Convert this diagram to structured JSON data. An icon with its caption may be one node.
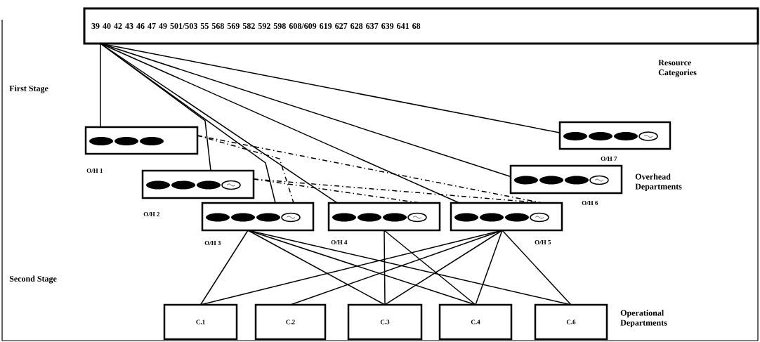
{
  "diagram": {
    "nodes": [
      {
        "text": [
          "39 40 42 43 46 47 49 501/503 55 568 569 582 592 598 608/609 619 627 628 637 639 641 68"
        ]
      },
      {
        "text": [
          "O/H 1"
        ]
      },
      {
        "text": [
          "O/H 2"
        ]
      },
      {
        "text": [
          "O/H 3"
        ]
      },
      {
        "text": [
          "O/H 4"
        ]
      },
      {
        "text": [
          "O/H 5"
        ]
      },
      {
        "text": [
          "O/H 6"
        ]
      },
      {
        "text": [
          "O/H 7"
        ]
      },
      {
        "text": [
          "C.1"
        ]
      },
      {
        "text": [
          "C.2"
        ]
      },
      {
        "text": [
          "C.3"
        ]
      },
      {
        "text": [
          "C.4"
        ]
      },
      {
        "text": [
          "C.6"
        ]
      }
    ],
    "edges": [
      {
        "from": 0,
        "to": 1,
        "arrow": "none"
      },
      {
        "from": 0,
        "to": 2,
        "arrow": "none"
      },
      {
        "from": 0,
        "to": 3,
        "arrow": "none"
      },
      {
        "from": 0,
        "to": 4,
        "arrow": "none"
      },
      {
        "from": 0,
        "to": 5,
        "arrow": "none"
      },
      {
        "from": 0,
        "to": 6,
        "arrow": "none"
      },
      {
        "from": 0,
        "to": 7,
        "arrow": "none"
      },
      {
        "from": 1,
        "to": 3,
        "arrow": "none",
        "style": "dashed"
      },
      {
        "from": 1,
        "to": 5,
        "arrow": "none",
        "style": "dashed"
      },
      {
        "from": 2,
        "to": 4,
        "arrow": "none",
        "style": "dashed"
      },
      {
        "from": 2,
        "to": 5,
        "arrow": "none",
        "style": "dashed"
      },
      {
        "from": 3,
        "to": 8,
        "arrow": "none"
      },
      {
        "from": 3,
        "to": 10,
        "arrow": "none"
      },
      {
        "from": 3,
        "to": 11,
        "arrow": "none"
      },
      {
        "from": 3,
        "to": 12,
        "arrow": "none"
      },
      {
        "from": 4,
        "to": 10,
        "arrow": "none"
      },
      {
        "from": 4,
        "to": 11,
        "arrow": "none"
      },
      {
        "from": 5,
        "to": 8,
        "arrow": "none"
      },
      {
        "from": 5,
        "to": 9,
        "arrow": "none"
      },
      {
        "from": 5,
        "to": 10,
        "arrow": "none"
      },
      {
        "from": 5,
        "to": 11,
        "arrow": "none"
      },
      {
        "from": 5,
        "to": 12,
        "arrow": "none"
      }
    ],
    "labels": [
      "Resource Categories",
      "First Stage",
      "Overhead Departments",
      "Second Stage",
      "Operational Departments"
    ]
  }
}
